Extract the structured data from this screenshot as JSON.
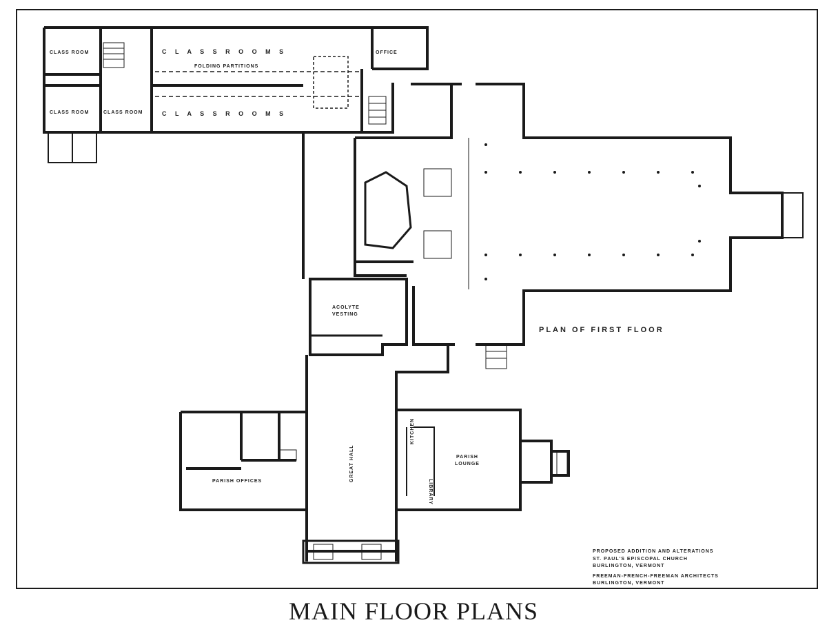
{
  "caption": "MAIN FLOOR PLANS",
  "plan_title": "PLAN OF FIRST FLOOR",
  "rooms": {
    "class_room_nw": "CLASS ROOM",
    "class_room_sw": "CLASS ROOM",
    "class_room_s2": "CLASS ROOM",
    "class_rooms_north": "C L A S S   R O O M S",
    "class_rooms_south": "C L A S S   R O O M S",
    "folding_partitions": "FOLDING PARTITIONS",
    "office": "OFFICE",
    "acolyte_vesting_1": "ACOLYTE",
    "acolyte_vesting_2": "VESTING",
    "great_hall": "GREAT HALL",
    "parish_offices": "PARISH OFFICES",
    "parish_lounge_1": "PARISH",
    "parish_lounge_2": "LOUNGE",
    "library": "LIBRARY",
    "kitchen": "KITCHEN"
  },
  "title_block": {
    "line1": "PROPOSED ADDITION AND ALTERATIONS",
    "line2": "ST. PAUL'S EPISCOPAL CHURCH",
    "line3": "BURLINGTON, VERMONT",
    "line4": "FREEMAN-FRENCH-FREEMAN ARCHITECTS",
    "line5": "BURLINGTON, VERMONT"
  },
  "colors": {
    "ink": "#1a1a1a",
    "paper": "#ffffff"
  }
}
